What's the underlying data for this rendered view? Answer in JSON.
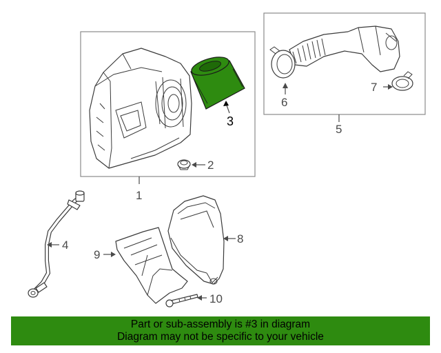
{
  "callouts": {
    "c1": "1",
    "c2": "2",
    "c3": "3",
    "c4": "4",
    "c5": "5",
    "c6": "6",
    "c7": "7",
    "c8": "8",
    "c9": "9",
    "c10": "10"
  },
  "highlight_color": "#2e8b10",
  "banner": {
    "line1": "Part or sub-assembly is #3 in diagram",
    "line2": "Diagram may not be specific to your vehicle"
  }
}
